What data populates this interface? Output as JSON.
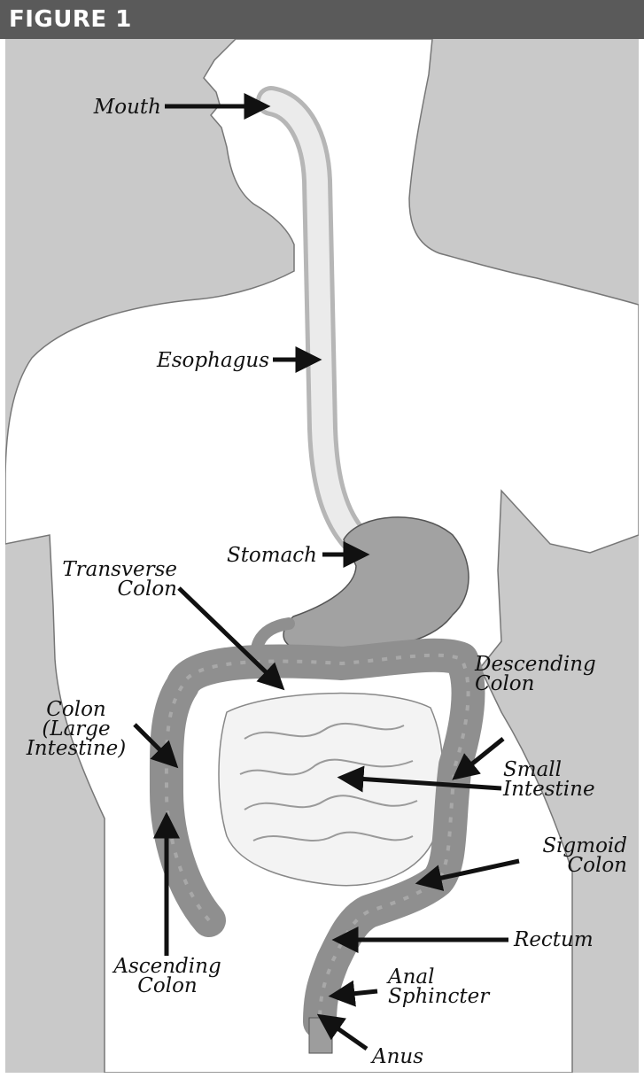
{
  "figure": {
    "title": "FIGURE 1"
  },
  "labels": {
    "mouth": "Mouth",
    "esophagus": "Esophagus",
    "stomach": "Stomach",
    "transverse_colon": "Transverse\nColon",
    "descending_colon": "Descending\nColon",
    "colon_large_intestine": "Colon\n(Large\nIntestine)",
    "small_intestine": "Small\nIntestine",
    "sigmoid_colon": "Sigmoid\nColon",
    "rectum": "Rectum",
    "ascending_colon": "Ascending\nColon",
    "anal_sphincter": "Anal\nSphincter",
    "anus": "Anus"
  },
  "colors": {
    "background": "#c9c9c9",
    "body": "#ffffff",
    "organ": "#8f8f8f",
    "small_intestine": "#f4f4f4",
    "arrow": "#111111",
    "banner": "#5a5a5a"
  }
}
